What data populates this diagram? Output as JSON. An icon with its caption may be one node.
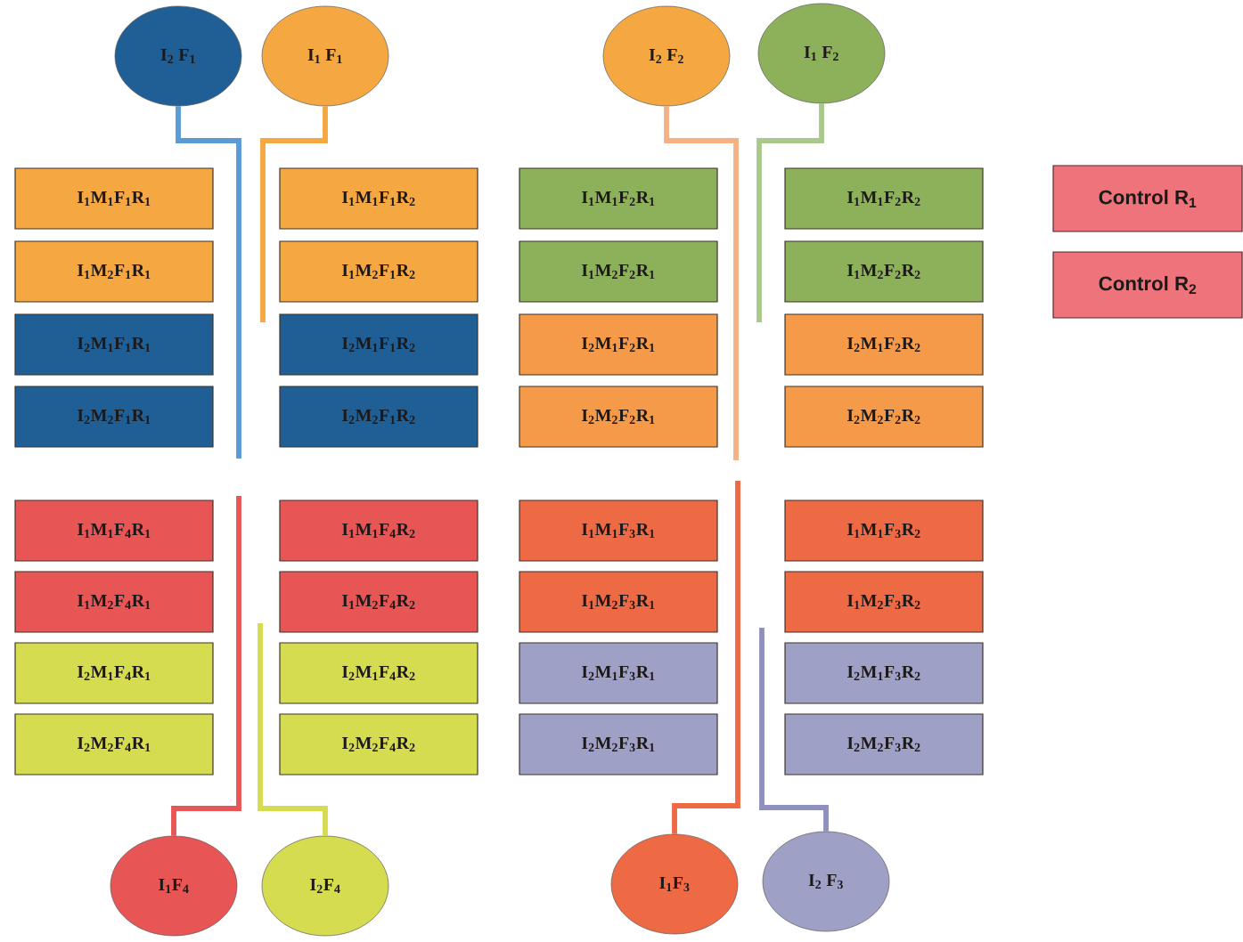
{
  "diagram": {
    "nodes": [
      {
        "text": [
          "I$_{2}$ F$_{1}$"
        ]
      },
      {
        "text": [
          "I$_{1}$ F$_{1}$"
        ]
      },
      {
        "text": [
          "I$_{2}$ F$_{2}$"
        ]
      },
      {
        "text": [
          "I$_{1}$ F$_{2}$"
        ]
      },
      {
        "text": [
          "I$_{1}$M$_{1}$F$_{1}$R$_{1}$"
        ]
      },
      {
        "text": [
          "I$_{1}$M$_{1}$F$_{1}$R$_{2}$"
        ]
      },
      {
        "text": [
          "I$_{1}$M$_{1}$F$_{2}$R$_{1}$"
        ]
      },
      {
        "text": [
          "I$_{1}$M$_{1}$F$_{2}$R$_{2}$"
        ]
      },
      {
        "text": [
          "Control R$_{1}$"
        ]
      },
      {
        "text": [
          "I$_{1}$M$_{2}$F$_{1}$R$_{1}$"
        ]
      },
      {
        "text": [
          "I$_{1}$M$_{2}$F$_{1}$R$_{2}$"
        ]
      },
      {
        "text": [
          "I$_{1}$M$_{2}$F$_{2}$R$_{1}$"
        ]
      },
      {
        "text": [
          "I$_{1}$M$_{2}$F$_{2}$R$_{2}$"
        ]
      },
      {
        "text": [
          "Control R$_{2}$"
        ]
      },
      {
        "text": [
          "I$_{2}$M$_{1}$F$_{1}$R$_{1}$"
        ]
      },
      {
        "text": [
          "I$_{2}$M$_{1}$F$_{1}$R$_{2}$"
        ]
      },
      {
        "text": [
          "I$_{2}$M$_{1}$F$_{2}$R$_{1}$"
        ]
      },
      {
        "text": [
          "I$_{2}$M$_{1}$F$_{2}$R$_{2}$"
        ]
      },
      {
        "text": [
          "I$_{2}$M$_{2}$F$_{1}$R$_{1}$"
        ]
      },
      {
        "text": [
          "I$_{2}$M$_{2}$F$_{1}$R$_{2}$"
        ]
      },
      {
        "text": [
          "I$_{2}$M$_{2}$F$_{2}$R$_{1}$"
        ]
      },
      {
        "text": [
          "I$_{2}$M$_{2}$F$_{2}$R$_{2}$"
        ]
      },
      {
        "text": [
          "I$_{1}$M$_{1}$F$_{4}$R$_{1}$"
        ]
      },
      {
        "text": [
          "I$_{1}$M$_{1}$F$_{4}$R$_{2}$"
        ]
      },
      {
        "text": [
          "I$_{1}$M$_{1}$F$_{3}$R$_{1}$"
        ]
      },
      {
        "text": [
          "I$_{1}$M$_{1}$F$_{3}$R$_{2}$"
        ]
      },
      {
        "text": [
          "I$_{1}$M$_{2}$F$_{4}$R$_{1}$"
        ]
      },
      {
        "text": [
          "I$_{1}$M$_{2}$F$_{4}$R$_{2}$"
        ]
      },
      {
        "text": [
          "I$_{1}$M$_{2}$F$_{3}$R$_{1}$"
        ]
      },
      {
        "text": [
          "I$_{1}$M$_{2}$F$_{3}$R$_{2}$"
        ]
      },
      {
        "text": [
          "I$_{2}$M$_{1}$F$_{4}$R$_{1}$"
        ]
      },
      {
        "text": [
          "I$_{2}$M$_{1}$F$_{4}$R$_{2}$"
        ]
      },
      {
        "text": [
          "I$_{2}$M$_{1}$F$_{3}$R$_{1}$"
        ]
      },
      {
        "text": [
          "I$_{2}$M$_{1}$F$_{3}$R$_{2}$"
        ]
      },
      {
        "text": [
          "I$_{2}$M$_{2}$F$_{4}$R$_{1}$"
        ]
      },
      {
        "text": [
          "I$_{2}$M$_{2}$F$_{4}$R$_{2}$"
        ]
      },
      {
        "text": [
          "I$_{2}$M$_{2}$F$_{3}$R$_{1}$"
        ]
      },
      {
        "text": [
          "I$_{2}$M$_{2}$F$_{3}$R$_{2}$"
        ]
      },
      {
        "text": [
          "I$_{1}$F$_{4}$"
        ]
      },
      {
        "text": [
          "I$_{2}$F$_{4}$"
        ]
      },
      {
        "text": [
          "I$_{1}$F$_{3}$"
        ]
      },
      {
        "text": [
          "I$_{2}$ F$_{3}$"
        ]
      }
    ],
    "edges": [
      {
        "from": 0,
        "to": null,
        "arrow": "none",
        "color": "#5b9bd5"
      },
      {
        "from": 1,
        "to": null,
        "arrow": "none",
        "color": "#f5a742"
      },
      {
        "from": 2,
        "to": null,
        "arrow": "none",
        "color": "#f4b183"
      },
      {
        "from": 3,
        "to": null,
        "arrow": "none",
        "color": "#a9c98a"
      },
      {
        "from": 38,
        "to": null,
        "arrow": "none",
        "color": "#e85555"
      },
      {
        "from": 39,
        "to": null,
        "arrow": "none",
        "color": "#d6dc50"
      },
      {
        "from": 40,
        "to": null,
        "arrow": "none",
        "color": "#ee6a45"
      },
      {
        "from": 41,
        "to": null,
        "arrow": "none",
        "color": "#8e90c0"
      }
    ]
  }
}
